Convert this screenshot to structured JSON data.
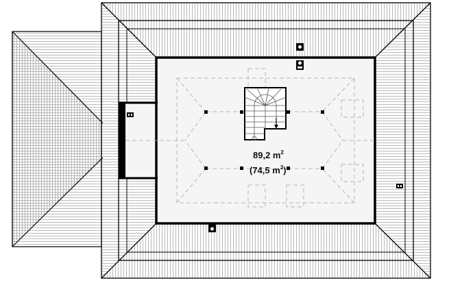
{
  "plan": {
    "area_total": "89,2 m",
    "area_usable": "(74,5 m",
    "area_usable_close": ")",
    "superscript": "2"
  },
  "colors": {
    "line": "#000000",
    "hatch": "#9a9a9a",
    "floor": "#f5f5f5",
    "dash": "#b5b5b5"
  },
  "icons": [
    "chimney-icon",
    "vent-icon"
  ]
}
